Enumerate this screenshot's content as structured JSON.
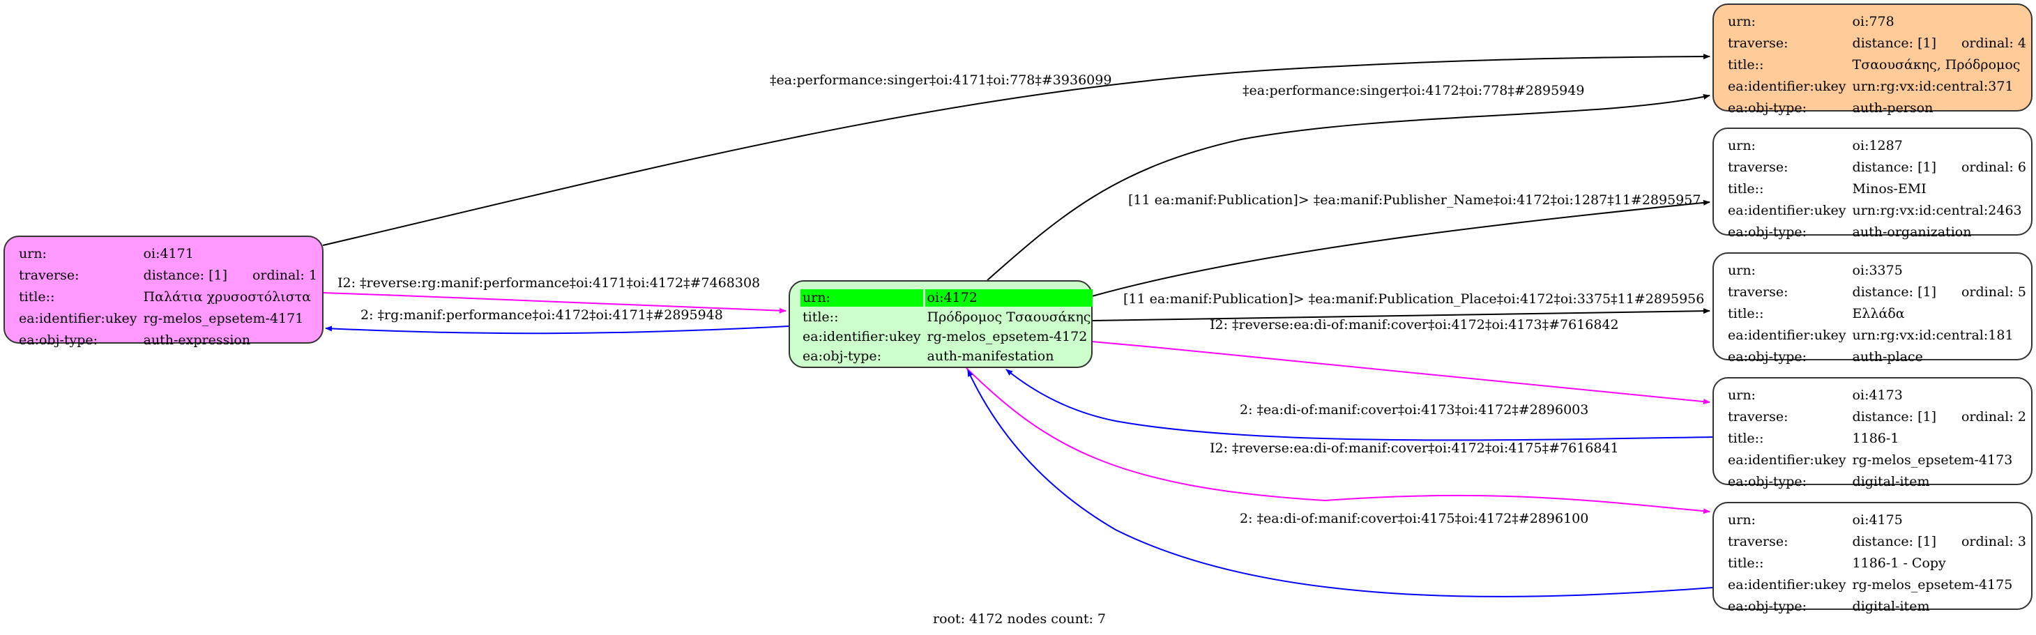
{
  "colors": {
    "expression_fill": "#ff99ff",
    "root_fill": "#ccffcc",
    "root_highlight": "#00ff00",
    "person_fill": "#ffcc99",
    "default_fill": "#ffffff",
    "edge_black": "#000000",
    "edge_magenta": "#ff00ff",
    "edge_blue": "#0000ff"
  },
  "nodes": {
    "n4171": {
      "rows": [
        {
          "key": "urn:",
          "value": "oi:4171"
        },
        {
          "key": "traverse:",
          "value": "distance: [1]",
          "extra": "ordinal: 1"
        },
        {
          "key": "title::",
          "value": "Παλάτια χρυσοστόλιστα"
        },
        {
          "key": "ea:identifier:ukey",
          "value": "rg-melos_epsetem-4171"
        },
        {
          "key": "ea:obj-type:",
          "value": "auth-expression"
        }
      ]
    },
    "n4172": {
      "rows": [
        {
          "key": "urn:",
          "value": "oi:4172"
        },
        {
          "key": "title::",
          "value": "Πρόδρομος Τσαουσάκης"
        },
        {
          "key": "ea:identifier:ukey",
          "value": "rg-melos_epsetem-4172"
        },
        {
          "key": "ea:obj-type:",
          "value": "auth-manifestation"
        }
      ]
    },
    "n778": {
      "rows": [
        {
          "key": "urn:",
          "value": "oi:778"
        },
        {
          "key": "traverse:",
          "value": "distance: [1]",
          "extra": "ordinal: 4"
        },
        {
          "key": "title::",
          "value": "Τσαουσάκης, Πρόδρομος"
        },
        {
          "key": "ea:identifier:ukey",
          "value": "urn:rg:vx:id:central:371"
        },
        {
          "key": "ea:obj-type:",
          "value": "auth-person"
        }
      ]
    },
    "n1287": {
      "rows": [
        {
          "key": "urn:",
          "value": "oi:1287"
        },
        {
          "key": "traverse:",
          "value": "distance: [1]",
          "extra": "ordinal: 6"
        },
        {
          "key": "title::",
          "value": "Minos-EMI"
        },
        {
          "key": "ea:identifier:ukey",
          "value": "urn:rg:vx:id:central:2463"
        },
        {
          "key": "ea:obj-type:",
          "value": "auth-organization"
        }
      ]
    },
    "n3375": {
      "rows": [
        {
          "key": "urn:",
          "value": "oi:3375"
        },
        {
          "key": "traverse:",
          "value": "distance: [1]",
          "extra": "ordinal: 5"
        },
        {
          "key": "title::",
          "value": "Ελλάδα"
        },
        {
          "key": "ea:identifier:ukey",
          "value": "urn:rg:vx:id:central:181"
        },
        {
          "key": "ea:obj-type:",
          "value": "auth-place"
        }
      ]
    },
    "n4173": {
      "rows": [
        {
          "key": "urn:",
          "value": "oi:4173"
        },
        {
          "key": "traverse:",
          "value": "distance: [1]",
          "extra": "ordinal: 2"
        },
        {
          "key": "title::",
          "value": "1186-1"
        },
        {
          "key": "ea:identifier:ukey",
          "value": "rg-melos_epsetem-4173"
        },
        {
          "key": "ea:obj-type:",
          "value": "digital-item"
        }
      ]
    },
    "n4175": {
      "rows": [
        {
          "key": "urn:",
          "value": "oi:4175"
        },
        {
          "key": "traverse:",
          "value": "distance: [1]",
          "extra": "ordinal: 3"
        },
        {
          "key": "title::",
          "value": "1186-1 - Copy"
        },
        {
          "key": "ea:identifier:ukey",
          "value": "rg-melos_epsetem-4175"
        },
        {
          "key": "ea:obj-type:",
          "value": "digital-item"
        }
      ]
    }
  },
  "edges": [
    {
      "id": "e1",
      "from": "oi:4171",
      "to": "oi:778",
      "color": "black",
      "label": "‡ea:performance:singer‡oi:4171‡oi:778‡#3936099"
    },
    {
      "id": "e2",
      "from": "oi:4172",
      "to": "oi:778",
      "color": "black",
      "label": "‡ea:performance:singer‡oi:4172‡oi:778‡#2895949"
    },
    {
      "id": "e3",
      "from": "oi:4172",
      "to": "oi:1287",
      "color": "black",
      "label": "[11 ea:manif:Publication]> ‡ea:manif:Publisher_Name‡oi:4172‡oi:1287‡11#2895957"
    },
    {
      "id": "e4",
      "from": "oi:4172",
      "to": "oi:3375",
      "color": "black",
      "label": "[11 ea:manif:Publication]> ‡ea:manif:Publication_Place‡oi:4172‡oi:3375‡11#2895956"
    },
    {
      "id": "e5",
      "from": "oi:4171",
      "to": "oi:4172",
      "color": "magenta",
      "label": "I2: ‡reverse:rg:manif:performance‡oi:4171‡oi:4172‡#7468308"
    },
    {
      "id": "e6",
      "from": "oi:4172",
      "to": "oi:4171",
      "color": "blue",
      "label": "2: ‡rg:manif:performance‡oi:4172‡oi:4171‡#2895948"
    },
    {
      "id": "e7",
      "from": "oi:4172",
      "to": "oi:4173",
      "color": "magenta",
      "label": "I2: ‡reverse:ea:di-of:manif:cover‡oi:4172‡oi:4173‡#7616842"
    },
    {
      "id": "e8",
      "from": "oi:4173",
      "to": "oi:4172",
      "color": "blue",
      "label": "2: ‡ea:di-of:manif:cover‡oi:4173‡oi:4172‡#2896003"
    },
    {
      "id": "e9",
      "from": "oi:4172",
      "to": "oi:4175",
      "color": "magenta",
      "label": "I2: ‡reverse:ea:di-of:manif:cover‡oi:4172‡oi:4175‡#7616841"
    },
    {
      "id": "e10",
      "from": "oi:4175",
      "to": "oi:4172",
      "color": "blue",
      "label": "2: ‡ea:di-of:manif:cover‡oi:4175‡oi:4172‡#2896100"
    }
  ],
  "footer": "root: 4172 nodes count: 7"
}
